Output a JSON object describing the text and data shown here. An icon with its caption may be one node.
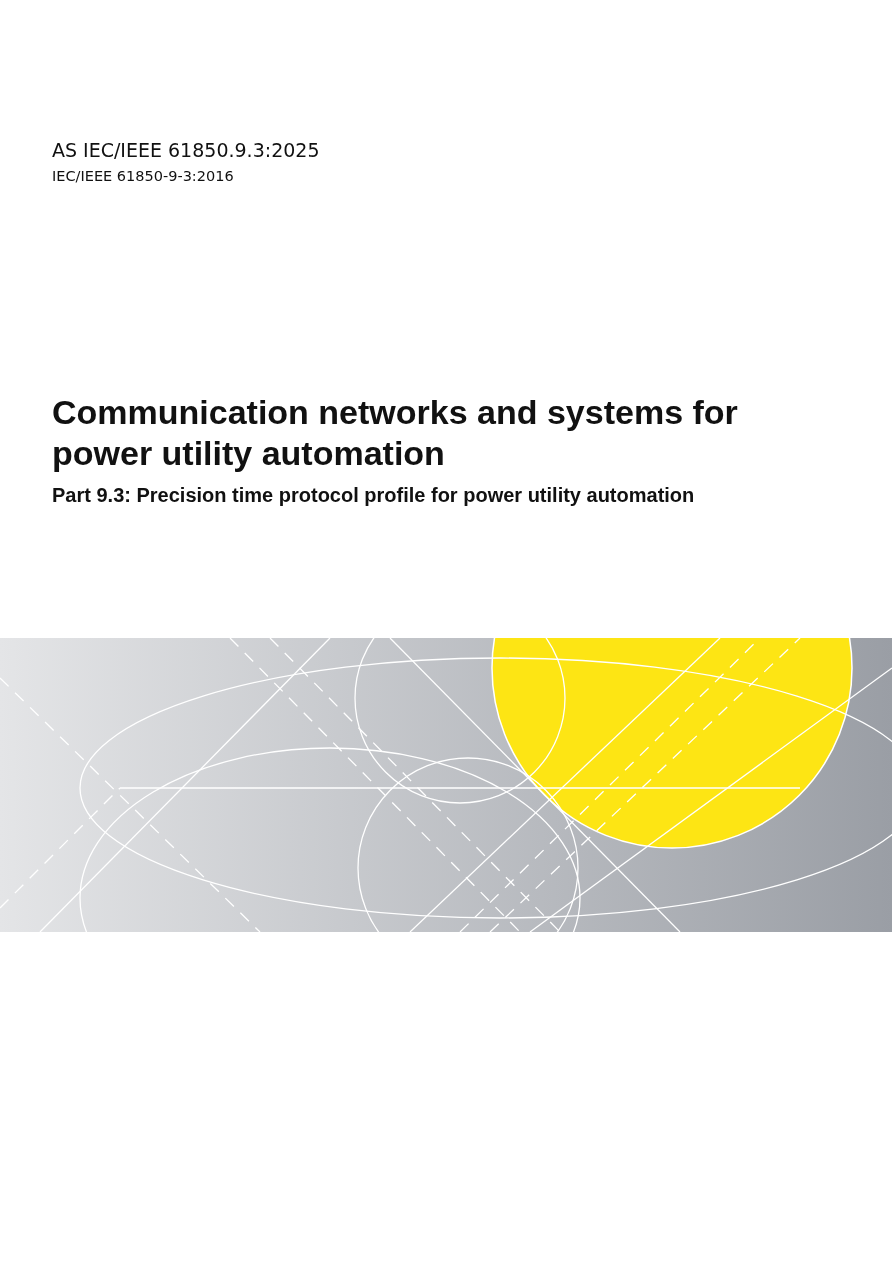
{
  "diagram": {
    "title": "Communication networks and systems for power utility automation",
    "labels": [
      "AS IEC/IEEE 61850.9.3:2025",
      "IEC/IEEE 61850-9-3:2016",
      "Part 9.3: Precision time protocol profile for power utility automation"
    ]
  }
}
